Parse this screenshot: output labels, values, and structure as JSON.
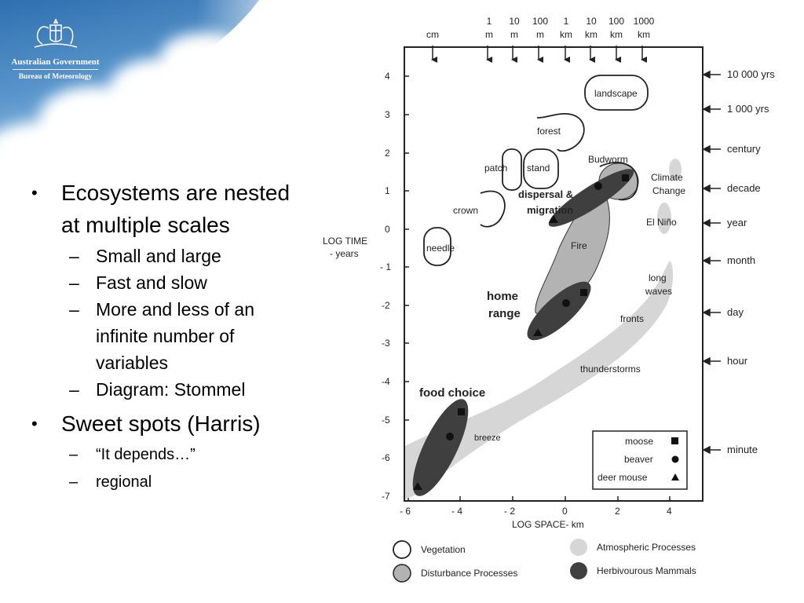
{
  "header": {
    "logo_line1": "Australian Government",
    "logo_line2": "Bureau of Meteorology"
  },
  "bullets": [
    {
      "text": "Ecosystems are nested at multiple scales",
      "sub": [
        "Small and large",
        "Fast and slow",
        "More and less of an infinite number of variables",
        "Diagram: Stommel"
      ]
    },
    {
      "text": "Sweet spots (Harris)",
      "sub": [
        "“It depends…”",
        "regional"
      ]
    }
  ],
  "diagram": {
    "x_axis_label": "LOG SPACE- km",
    "y_axis_label_1": "LOG TIME",
    "y_axis_label_2": "- years",
    "x_ticks": [
      "- 6",
      "- 4",
      "- 2",
      "0",
      "2",
      "4"
    ],
    "y_ticks": [
      "4",
      "3",
      "2",
      "1",
      "0",
      "- 1",
      "-2",
      "-3",
      "-4",
      "-5",
      "-6",
      "-7"
    ],
    "space_units": [
      {
        "top": "",
        "bottom": "cm"
      },
      {
        "top": "1",
        "bottom": "m"
      },
      {
        "top": "10",
        "bottom": "m"
      },
      {
        "top": "100",
        "bottom": "m"
      },
      {
        "top": "1",
        "bottom": "km"
      },
      {
        "top": "10",
        "bottom": "km"
      },
      {
        "top": "100",
        "bottom": "km"
      },
      {
        "top": "1000",
        "bottom": "km"
      }
    ],
    "time_units": [
      "10 000 yrs",
      "1 000 yrs",
      "century",
      "decade",
      "year",
      "month",
      "day",
      "hour",
      "minute"
    ],
    "labels": {
      "landscape": "landscape",
      "forest": "forest",
      "budworm": "Budworm",
      "patch": "patch",
      "stand": "stand",
      "dispersal_1": "dispersal &",
      "dispersal_2": "migration",
      "crown": "crown",
      "needle": "needle",
      "fire": "Fire",
      "climate_1": "Climate",
      "climate_2": "Change",
      "el_nino": "El Niño",
      "long_waves_1": "long",
      "long_waves_2": "waves",
      "fronts": "fronts",
      "home_range_1": "home",
      "home_range_2": "range",
      "thunderstorms": "thunderstorms",
      "food_choice": "food choice",
      "breeze": "breeze"
    },
    "symbol_legend": [
      "moose",
      "beaver",
      "deer mouse"
    ],
    "category_legend": {
      "vegetation": "Vegetation",
      "disturbance": "Disturbance Processes",
      "atmospheric": "Atmospheric Processes",
      "herbivorous": "Herbivourous Mammals"
    },
    "colors": {
      "atmospheric": "#d6d6d6",
      "disturbance": "#b3b3b3",
      "herbivorous": "#3f3f3f",
      "sky_top": "#3a78b5"
    }
  }
}
